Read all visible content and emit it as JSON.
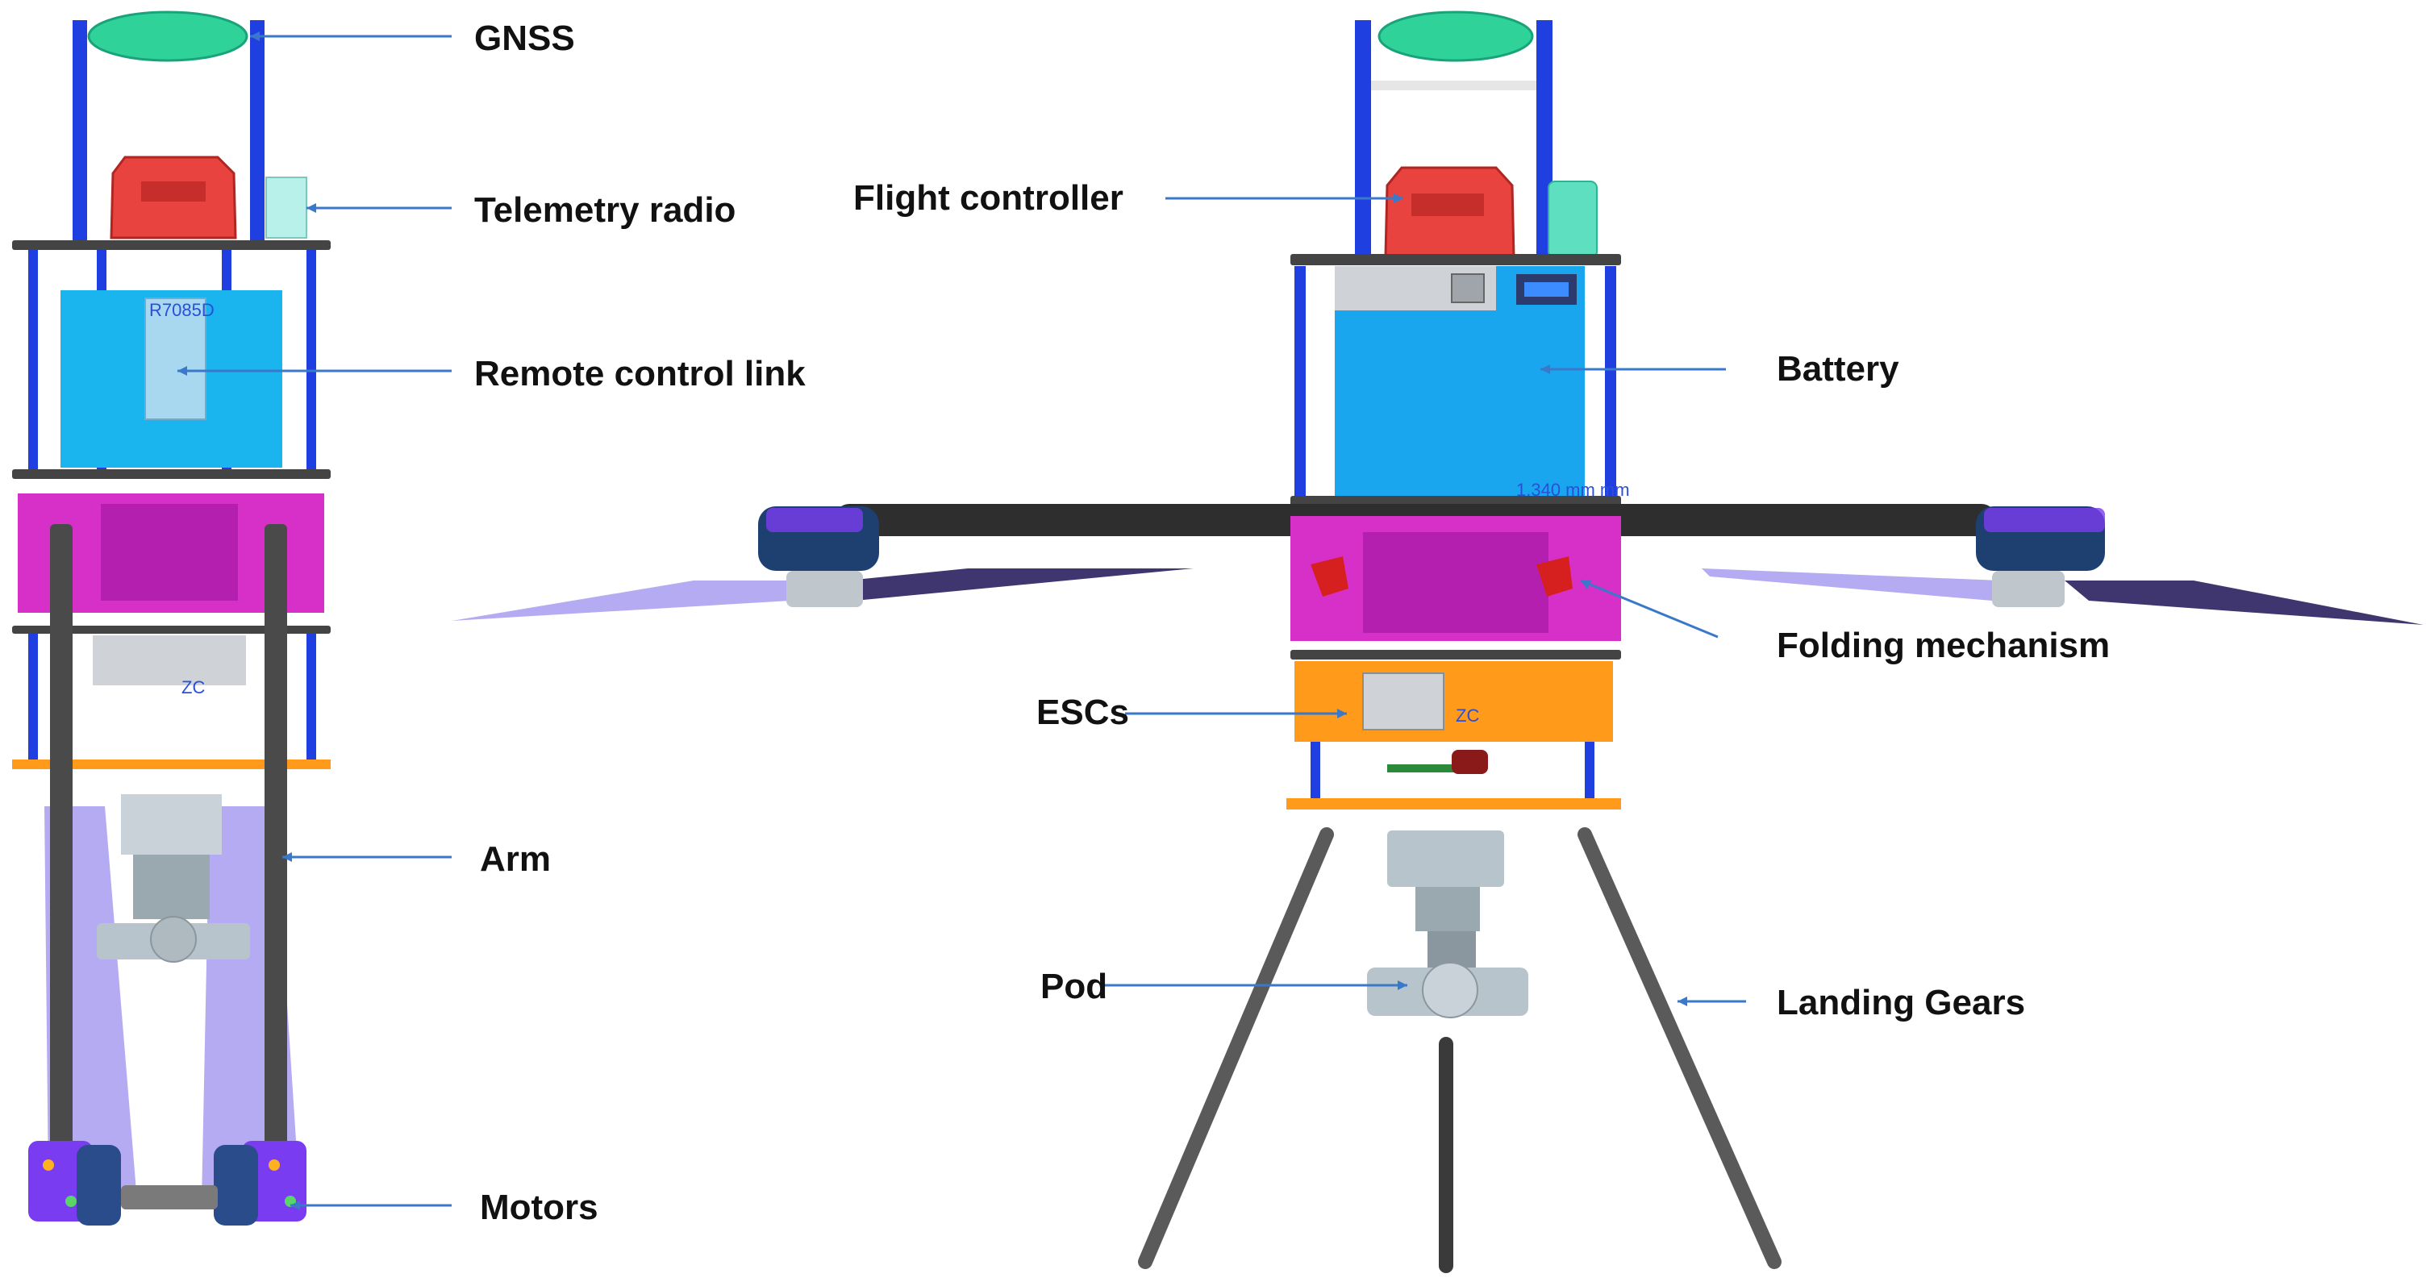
{
  "labels": {
    "gnss": "GNSS",
    "telemetry_radio": "Telemetry radio",
    "remote_control_link": "Remote control link",
    "arm": "Arm",
    "motors": "Motors",
    "flight_controller": "Flight controller",
    "battery": "Battery",
    "folding_mechanism": "Folding mechanism",
    "escs": "ESCs",
    "pod": "Pod",
    "landing_gears": "Landing Gears"
  },
  "component_text": {
    "rc_module": "R7085D",
    "zc_mark": "ZC",
    "dimension": "1,340 mm mm"
  },
  "colors": {
    "leader": "#3a78c9",
    "frame_blue": "#1f3fe0",
    "gnss_green": "#2fd39a",
    "flight_controller_red": "#e8433f",
    "battery_blue": "#1aa6ee",
    "folding_magenta": "#d630c8",
    "esc_orange": "#ff9a1a",
    "arm_gray": "#4a4a4a",
    "motor_purple": "#7a3cf0",
    "propeller_lavender": "#a79cf0",
    "pod_gray": "#b8c4cc"
  }
}
